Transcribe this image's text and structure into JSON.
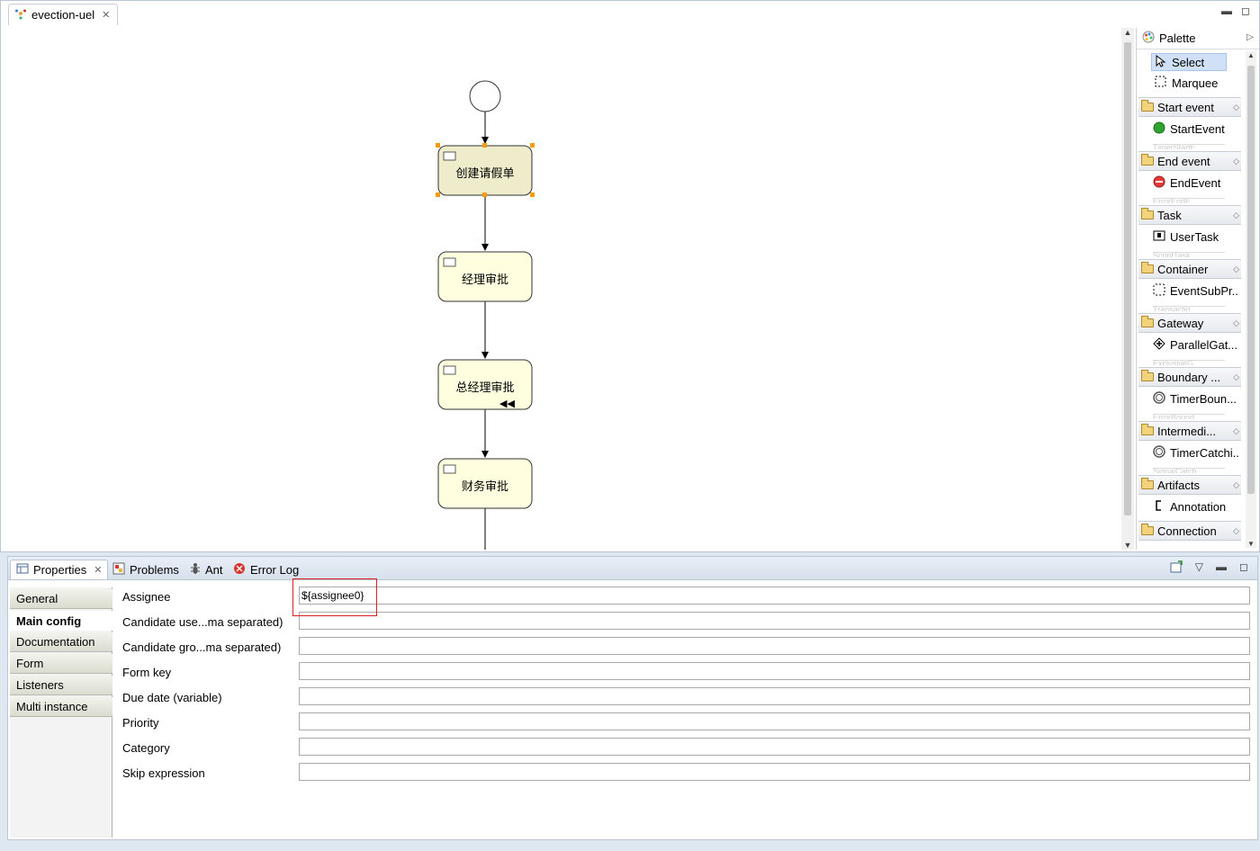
{
  "editor": {
    "tab_title": "evection-uel",
    "minimize_glyph": "▭",
    "maximize_glyph": "□"
  },
  "diagram": {
    "tasks": [
      {
        "label": "创建请假单"
      },
      {
        "label": "经理审批"
      },
      {
        "label": "总经理审批"
      },
      {
        "label": "财务审批"
      }
    ]
  },
  "palette": {
    "title": "Palette",
    "tools": [
      {
        "label": "Select",
        "selected": true
      },
      {
        "label": "Marquee"
      }
    ],
    "drawers": [
      {
        "label": "Start event",
        "entry": "StartEvent",
        "ghost": "TimerStartE"
      },
      {
        "label": "End event",
        "entry": "EndEvent",
        "ghost": "ErrorEndE"
      },
      {
        "label": "Task",
        "entry": "UserTask",
        "ghost": "ScriptTask"
      },
      {
        "label": "Container",
        "entry": "EventSubPr...",
        "ghost": "Transactio"
      },
      {
        "label": "Gateway",
        "entry": "ParallelGat...",
        "ghost": "ExclusiveG"
      },
      {
        "label": "Boundary ...",
        "entry": "TimerBoun...",
        "ghost": "ErrorBound"
      },
      {
        "label": "Intermedi...",
        "entry": "TimerCatchi...",
        "ghost": "SignalCatch"
      },
      {
        "label": "Artifacts",
        "entry": "Annotation"
      },
      {
        "label": "Connection"
      }
    ]
  },
  "bottom_tabs": [
    {
      "label": "Properties",
      "active": true
    },
    {
      "label": "Problems"
    },
    {
      "label": "Ant"
    },
    {
      "label": "Error Log"
    }
  ],
  "properties": {
    "tabs": [
      {
        "label": "General"
      },
      {
        "label": "Main config",
        "active": true
      },
      {
        "label": "Documentation"
      },
      {
        "label": "Form"
      },
      {
        "label": "Listeners"
      },
      {
        "label": "Multi instance"
      }
    ],
    "fields": [
      {
        "label": "Assignee",
        "value": "${assignee0}"
      },
      {
        "label": "Candidate use...ma separated)",
        "value": ""
      },
      {
        "label": "Candidate gro...ma separated)",
        "value": ""
      },
      {
        "label": "Form key",
        "value": ""
      },
      {
        "label": "Due date (variable)",
        "value": ""
      },
      {
        "label": "Priority",
        "value": ""
      },
      {
        "label": "Category",
        "value": ""
      },
      {
        "label": "Skip expression",
        "value": ""
      }
    ]
  },
  "colors": {
    "task_fill": "#ffffe0",
    "task_selected_fill": "#eeeccb",
    "selection_handle": "#f39c12",
    "highlight_box": "#e0201c",
    "start_event_green": "#2fa32f",
    "end_event_red": "#e23b3b"
  }
}
